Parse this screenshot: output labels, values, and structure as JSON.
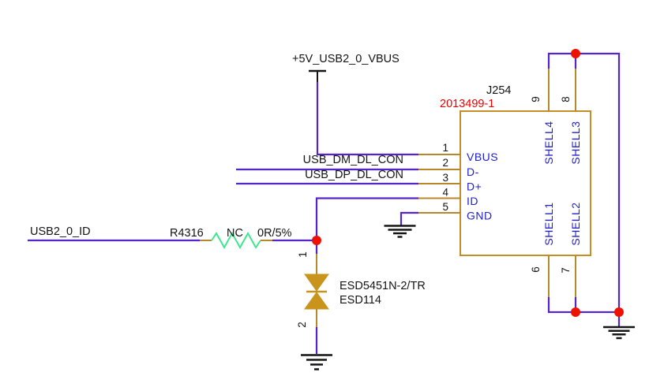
{
  "schematic": {
    "power_rail": {
      "label": "+5V_USB2_0_VBUS"
    },
    "net_labels": {
      "usb_dm": "USB_DM_DL_CON",
      "usb_dp": "USB_DP_DL_CON",
      "usb_id": "USB2_0_ID"
    },
    "resistor": {
      "refdes": "R4316",
      "stuffing": "NC",
      "value": "0R/5%"
    },
    "connector": {
      "refdes": "J254",
      "part_number": "2013499-1",
      "left_pins": [
        {
          "number": "1",
          "name": "VBUS"
        },
        {
          "number": "2",
          "name": "D-"
        },
        {
          "number": "3",
          "name": "D+"
        },
        {
          "number": "4",
          "name": "ID"
        },
        {
          "number": "5",
          "name": "GND"
        }
      ],
      "top_pins": [
        {
          "number": "9",
          "name": "SHELL4"
        },
        {
          "number": "8",
          "name": "SHELL3"
        }
      ],
      "bottom_pins": [
        {
          "number": "6",
          "name": "SHELL1"
        },
        {
          "number": "7",
          "name": "SHELL2"
        }
      ]
    },
    "esd_diode": {
      "part_number": "ESD5451N-2/TR",
      "refdes": "ESD114",
      "pins": [
        {
          "number": "1"
        },
        {
          "number": "2"
        }
      ]
    },
    "colors": {
      "wire": "#5424cc",
      "component_outline": "#c38d28",
      "pin_stub": "#b8872b",
      "pin_name_text": "#2121cc",
      "part_number_text": "#e80000",
      "junction_dot": "#ee1100",
      "resistor_body": "#3be98b",
      "diode_body": "#c8941c"
    }
  }
}
